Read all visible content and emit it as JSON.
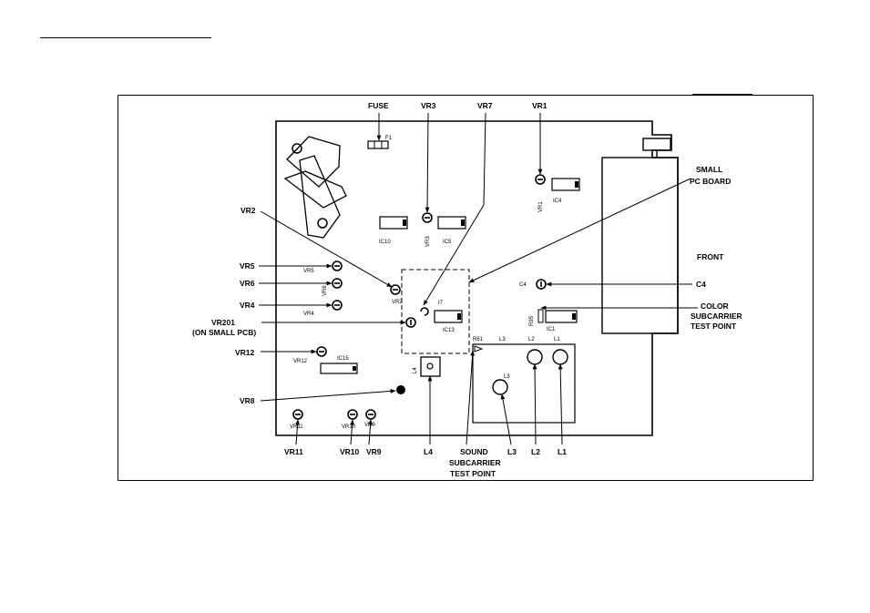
{
  "callouts": {
    "fuse": "FUSE",
    "vr3": "VR3",
    "vr7": "VR7",
    "vr1": "VR1",
    "small_pc_board_1": "SMALL",
    "small_pc_board_2": "PC BOARD",
    "front": "FRONT",
    "c4": "C4",
    "color_1": "COLOR",
    "color_2": "SUBCARRIER",
    "color_3": "TEST POINT",
    "vr2": "VR2",
    "vr5": "VR5",
    "vr6": "VR6",
    "vr4": "VR4",
    "vr201_1": "VR201",
    "vr201_2": "(ON SMALL PCB)",
    "vr12": "VR12",
    "vr8": "VR8",
    "vr11": "VR11",
    "vr10": "VR10",
    "vr9": "VR9",
    "l4": "L4",
    "sound_1": "SOUND",
    "sound_2": "SUBCARRIER",
    "sound_3": "TEST POINT",
    "l3": "L3",
    "l2": "L2",
    "l1": "L1"
  },
  "board_labels": {
    "f1": "F1",
    "vr1": "VR1",
    "ic4": "IC4",
    "ic10": "IC10",
    "vr3": "VR3",
    "ic5": "IC5",
    "vr5": "VR5",
    "vr6": "VR6",
    "vr2": "VR2",
    "vr4": "VR4",
    "i7": "I7",
    "ic13": "IC13",
    "c4": "C4",
    "r95": "R95",
    "ic1": "IC1",
    "vr12": "VR12",
    "ic15": "IC15",
    "l4": "L4",
    "r61": "R61",
    "l3_top": "L3",
    "l2_top": "L2",
    "l1_top": "L1",
    "l3_coil": "L3",
    "vr11": "VR11",
    "vr10": "VR10",
    "vr9": "VR9"
  }
}
